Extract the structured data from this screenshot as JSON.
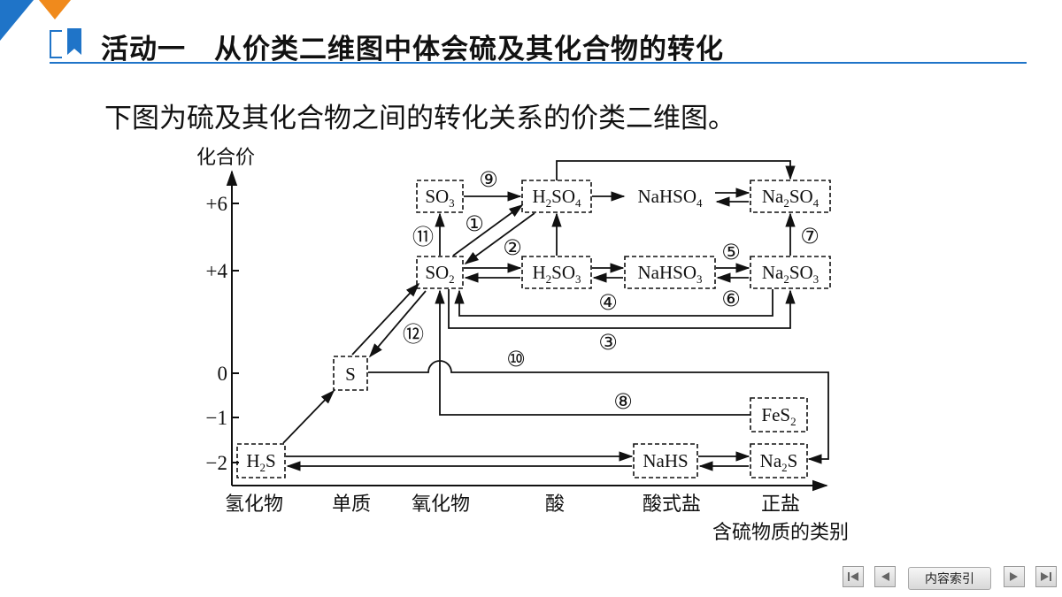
{
  "header": {
    "title": "活动一　从价类二维图中体会硫及其化合物的转化"
  },
  "intro_text": "下图为硫及其化合物之间的转化关系的价类二维图。",
  "diagram": {
    "y_axis_label": "化合价",
    "x_axis_label": "含硫物质的类别",
    "y_ticks": [
      "+6",
      "+4",
      "0",
      "−1",
      "−2"
    ],
    "x_categories": [
      "氢化物",
      "单质",
      "氧化物",
      "酸",
      "酸式盐",
      "正盐"
    ],
    "species": {
      "so3": {
        "main": "SO",
        "sub": "3",
        "tail": ""
      },
      "h2so4": {
        "main": "H",
        "sub": "2",
        "tail": "SO",
        "sub2": "4"
      },
      "nahso4": {
        "main": "NaHSO",
        "sub": "4"
      },
      "na2so4": {
        "main": "Na",
        "sub": "2",
        "tail": "SO",
        "sub2": "4"
      },
      "so2": {
        "main": "SO",
        "sub": "2"
      },
      "h2so3": {
        "main": "H",
        "sub": "2",
        "tail": "SO",
        "sub2": "3"
      },
      "nahso3": {
        "main": "NaHSO",
        "sub": "3"
      },
      "na2so3": {
        "main": "Na",
        "sub": "2",
        "tail": "SO",
        "sub2": "3"
      },
      "s": {
        "main": "S"
      },
      "fes2": {
        "main": "FeS",
        "sub": "2"
      },
      "h2s": {
        "main": "H",
        "sub": "2",
        "tail": "S"
      },
      "nahs": {
        "main": "NaHS"
      },
      "na2s": {
        "main": "Na",
        "sub": "2",
        "tail": "S"
      }
    },
    "reaction_labels": [
      "①",
      "②",
      "③",
      "④",
      "⑤",
      "⑥",
      "⑦",
      "⑧",
      "⑨",
      "⑩",
      "⑪",
      "⑫"
    ]
  },
  "nav": {
    "index_label": "内容索引"
  }
}
